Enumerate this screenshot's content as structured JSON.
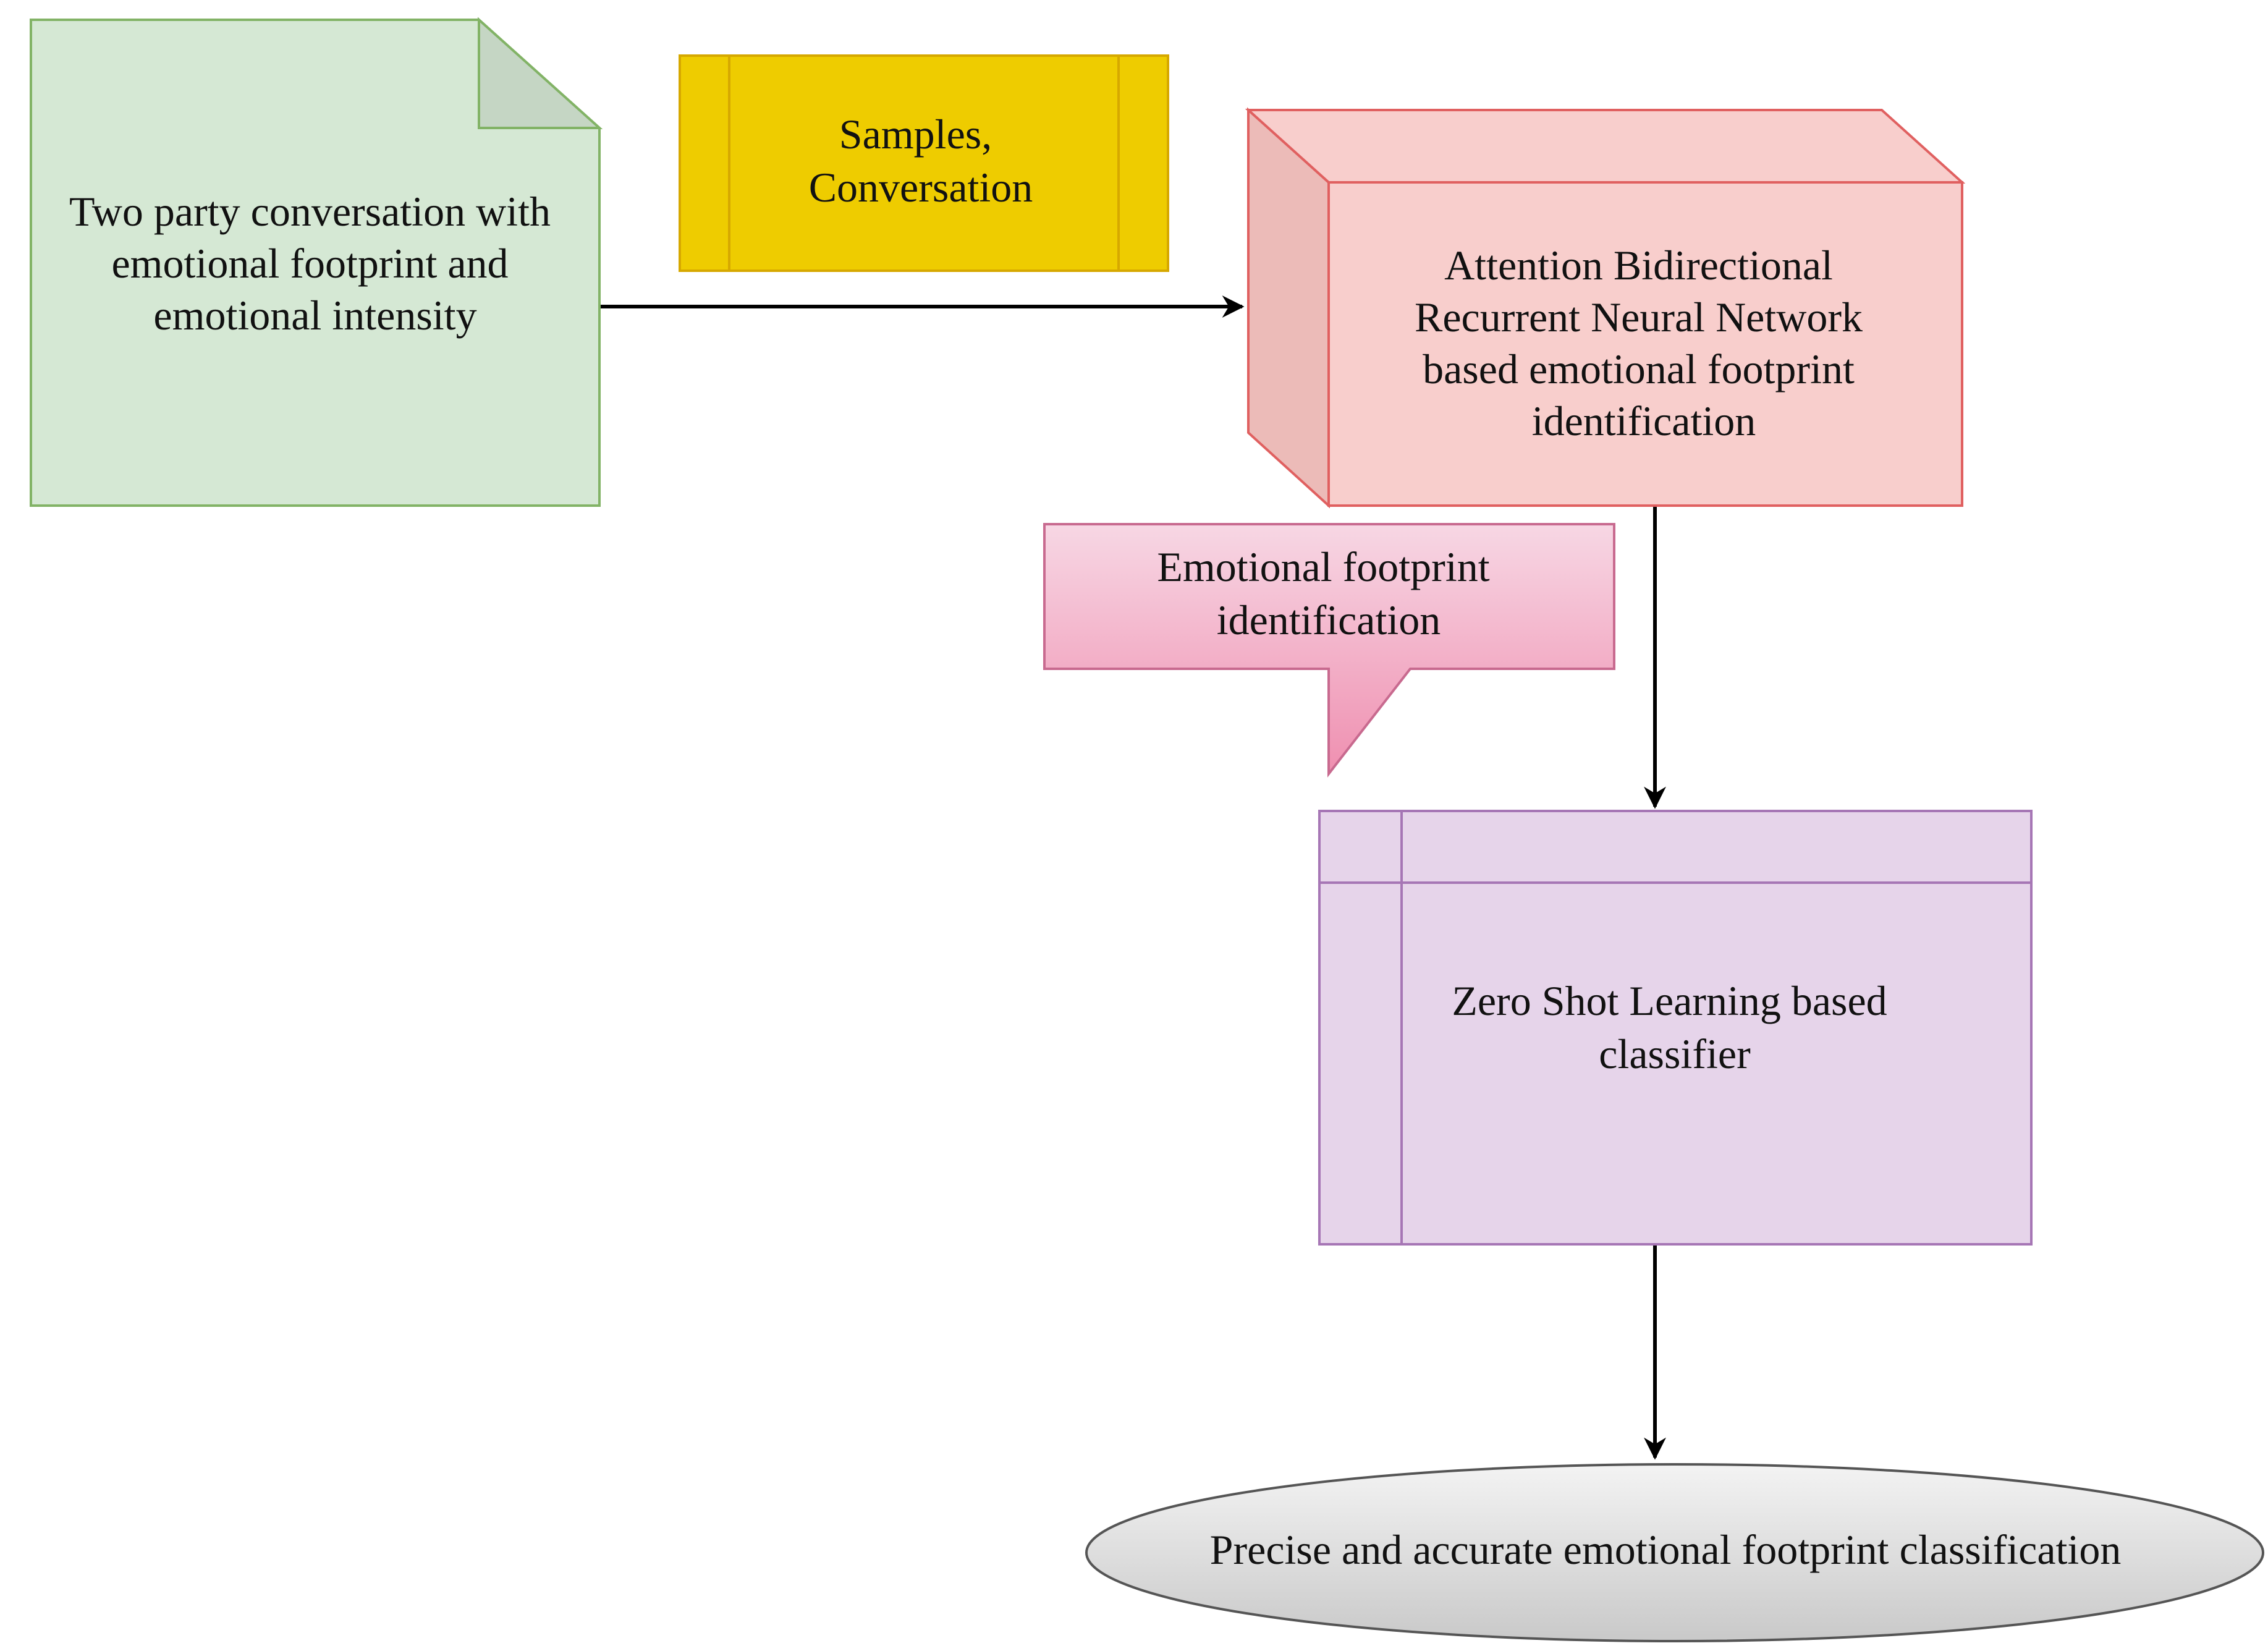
{
  "nodes": {
    "input_document": {
      "lines": [
        "Two party conversation with",
        "emotional footprint and",
        "emotional intensity"
      ],
      "fill": "#d5e8d4",
      "stroke": "#82b366",
      "fold_fill": "#c5d6c4"
    },
    "samples_process": {
      "lines": [
        "Samples,",
        "Conversation"
      ],
      "fill": "#eecc00",
      "stroke": "#d6a800"
    },
    "abrnn_cube": {
      "lines": [
        "Attention Bidirectional",
        "Recurrent Neural Network",
        "based emotional footprint",
        "identification"
      ],
      "fill": "#f8cecc",
      "side_fill": "#ecbbb8",
      "stroke": "#e06060"
    },
    "footprint_callout": {
      "lines": [
        "Emotional footprint",
        "identification"
      ],
      "gradient_top": "#f7d7e4",
      "gradient_bottom": "#ef8fb0",
      "stroke": "#c86a8f"
    },
    "zsl_classifier": {
      "lines": [
        "Zero Shot Learning based",
        "classifier"
      ],
      "fill": "#e6d4ea",
      "stroke": "#a676b5"
    },
    "output_ellipse": {
      "lines": [
        "Precise and accurate emotional footprint classification"
      ],
      "gradient_top": "#f3f3f3",
      "gradient_bottom": "#c9c9c9",
      "stroke": "#555555"
    }
  },
  "edge_color": "#000000"
}
